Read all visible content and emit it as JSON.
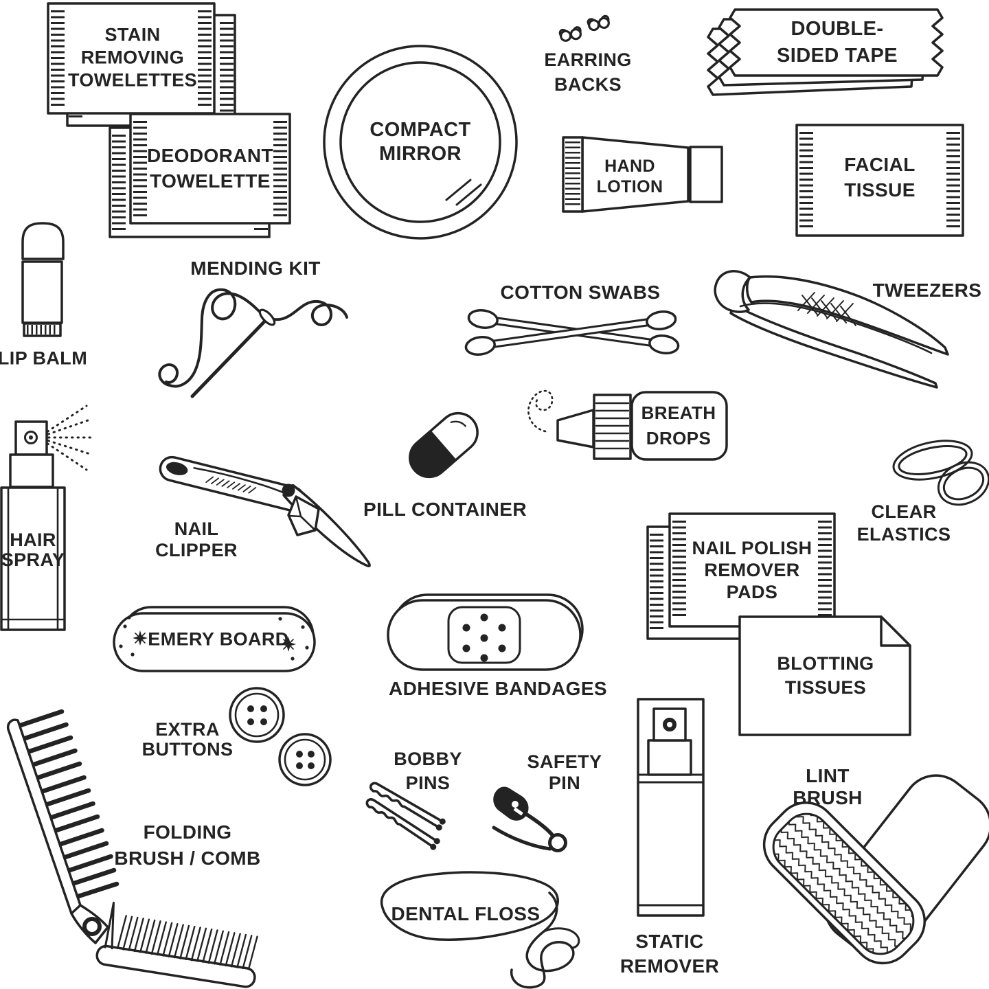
{
  "page": {
    "background": "#ffffff",
    "ink": "#232323",
    "description": "Black-and-white line-art chart of purse / emergency kit essentials"
  },
  "labels": {
    "stain_removing_towelettes": "STAIN\nREMOVING\nTOWELETTES",
    "deodorant_towelette": "DEODORANT\nTOWELETTE",
    "compact_mirror": "COMPACT\nMIRROR",
    "earring_backs": "EARRING\nBACKS",
    "double_sided_tape": "DOUBLE-\nSIDED TAPE",
    "hand_lotion": "HAND\nLOTION",
    "facial_tissue": "FACIAL\nTISSUE",
    "lip_balm": "LIP BALM",
    "mending_kit": "MENDING KIT",
    "cotton_swabs": "COTTON SWABS",
    "tweezers": "TWEEZERS",
    "hair_spray": "HAIR\nSPRAY",
    "nail_clipper": "NAIL\nCLIPPER",
    "pill_container": "PILL CONTAINER",
    "breath_drops": "BREATH\nDROPS",
    "clear_elastics": "CLEAR\nELASTICS",
    "nail_polish_remover_pads": "NAIL POLISH\nREMOVER\nPADS",
    "blotting_tissues": "BLOTTING\nTISSUES",
    "emery_board": "EMERY BOARD",
    "adhesive_bandages": "ADHESIVE BANDAGES",
    "extra_buttons": "EXTRA\nBUTTONS",
    "bobby_pins": "BOBBY\nPINS",
    "safety_pin": "SAFETY\nPIN",
    "dental_floss": "DENTAL FLOSS",
    "static_remover": "STATIC\nREMOVER",
    "lint_brush": "LINT\nBRUSH",
    "folding_brush_comb": "FOLDING\nBRUSH / COMB"
  }
}
